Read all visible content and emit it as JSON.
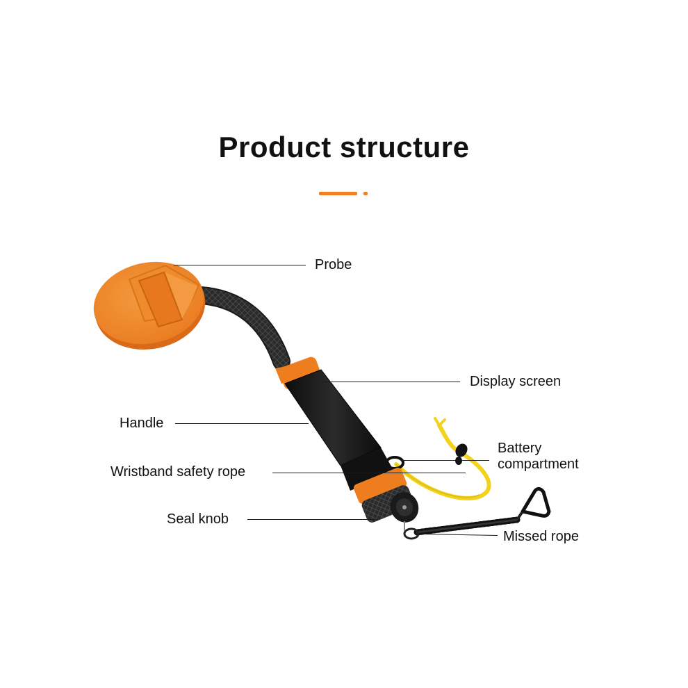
{
  "title": "Product structure",
  "colors": {
    "accent": "#f07f22",
    "body": "#1c1c1c",
    "rope": "#f2d21b",
    "text": "#111111"
  },
  "labels": {
    "probe": "Probe",
    "display_screen": "Display screen",
    "handle": "Handle",
    "battery_line1": "Battery",
    "battery_line2": "compartment",
    "wristband": "Wristband safety rope",
    "seal_knob": "Seal knob",
    "missed_rope": "Missed rope"
  }
}
